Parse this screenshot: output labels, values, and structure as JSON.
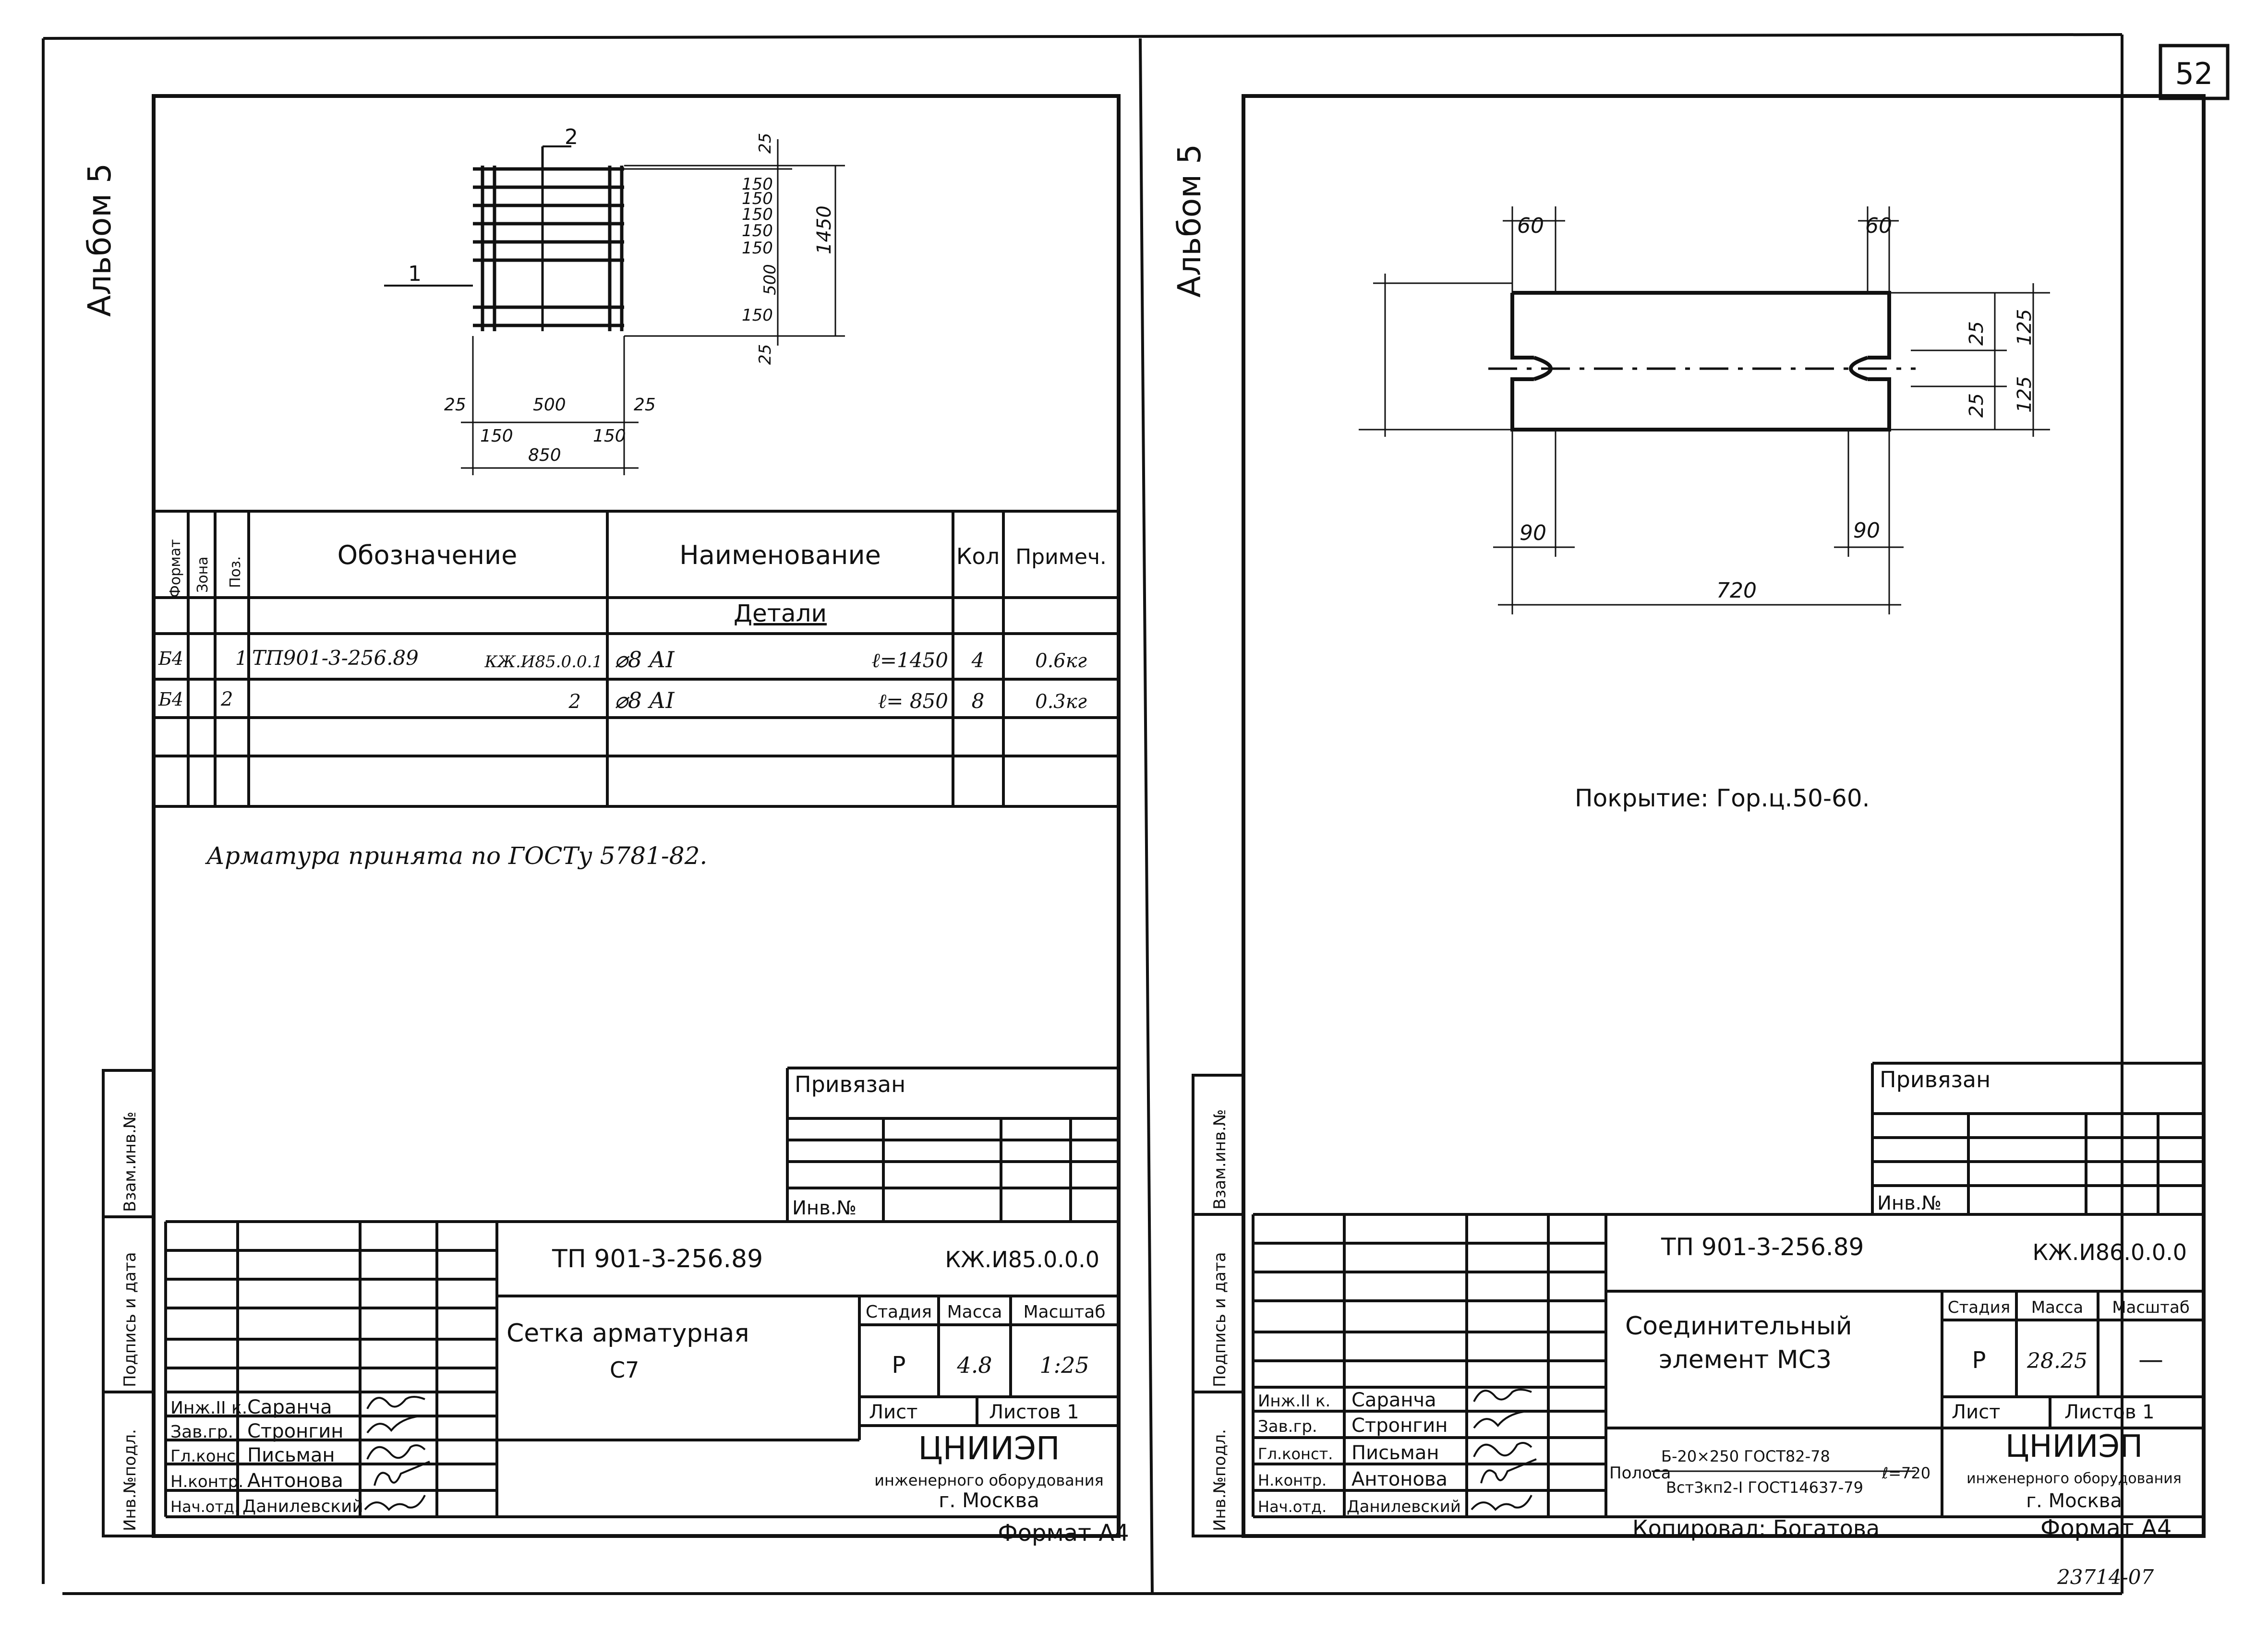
{
  "sheet_number": "52",
  "archive_number": "23714-07",
  "left": {
    "album": "Альбом 5",
    "dims": {
      "pos2": "2",
      "pos1": "1",
      "v_top": "25",
      "v_s1": "150",
      "v_s2": "150",
      "v_s3": "150",
      "v_s4": "150",
      "v_s5": "150",
      "v_mid": "500",
      "v_s6": "150",
      "v_bot": "25",
      "v_total": "1450",
      "h_25a": "25",
      "h_500": "500",
      "h_25b": "25",
      "h_150a": "150",
      "h_150b": "150",
      "h_total": "850"
    },
    "spec": {
      "headers": {
        "format": "Формат",
        "zone": "Зона",
        "pos": "Поз.",
        "designation": "Обозначение",
        "name": "Наименование",
        "qty": "Кол",
        "note": "Примеч."
      },
      "section": "Детали",
      "rows": [
        {
          "format": "Б4",
          "pos": "1",
          "doc": "ТП901-3-256.89",
          "code": "КЖ.И85.0.0.1",
          "name": "⌀8 АI",
          "length": "ℓ=1450",
          "qty": "4",
          "note": "0.6кг"
        },
        {
          "format": "Б4",
          "pos": "2",
          "doc": "",
          "code": "2",
          "name": "⌀8 АI",
          "length": "ℓ= 850",
          "qty": "8",
          "note": "0.3кг"
        }
      ]
    },
    "note": "Арматура принята по ГОСТу 5781-82.",
    "side_stamp": [
      "Инв.№подл.",
      "Подпись и дата",
      "Взам.инв.№"
    ],
    "privyazan": "Привязан",
    "inv_no": "Инв.№",
    "title_block": {
      "project": "ТП 901-3-256.89",
      "code": "КЖ.И85.0.0.0",
      "title_line1": "Сетка арматурная",
      "title_line2": "С7",
      "stage_label": "Стадия",
      "mass_label": "Масса",
      "scale_label": "Масштаб",
      "stage": "Р",
      "mass": "4.8",
      "scale": "1:25",
      "sheet_label": "Лист",
      "sheets_label": "Листов 1",
      "org1": "ЦНИИЭП",
      "org2": "инженерного оборудования",
      "org3": "г. Москва",
      "roles": [
        {
          "role": "Инж.II к.",
          "name": "Саранча"
        },
        {
          "role": "Зав.гр.",
          "name": "Стронгин"
        },
        {
          "role": "Гл.конс.",
          "name": "Письман"
        },
        {
          "role": "Н.контр.",
          "name": "Антонова"
        },
        {
          "role": "Нач.отд.",
          "name": "Данилевский"
        }
      ]
    },
    "format": "Формат А4"
  },
  "right": {
    "album": "Альбом 5",
    "dims": {
      "d60a": "60",
      "d60b": "60",
      "d25a": "25",
      "d125a": "125",
      "d25b": "25",
      "d125b": "125",
      "d90a": "90",
      "d90b": "90",
      "d720": "720"
    },
    "coating": "Покрытие: Гор.ц.50-60.",
    "side_stamp": [
      "Инв.№подл.",
      "Подпись и дата",
      "Взам.инв.№"
    ],
    "privyazan": "Привязан",
    "inv_no": "Инв.№",
    "title_block": {
      "project": "ТП 901-3-256.89",
      "code": "КЖ.И86.0.0.0",
      "title_line1": "Соединительный",
      "title_line2": "элемент МС3",
      "stage_label": "Стадия",
      "mass_label": "Масса",
      "scale_label": "Масштаб",
      "stage": "Р",
      "mass": "28.25",
      "scale": "—",
      "sheet_label": "Лист",
      "sheets_label": "Листов 1",
      "material_prefix": "Полоса",
      "material_top": "Б-20×250 ГОСТ82-78",
      "material_bottom": "Вст3кп2-I ГОСТ14637-79",
      "material_len": "ℓ=720",
      "org1": "ЦНИИЭП",
      "org2": "инженерного оборудования",
      "org3": "г. Москва",
      "roles": [
        {
          "role": "Инж.II к.",
          "name": "Саранча"
        },
        {
          "role": "Зав.гр.",
          "name": "Стронгин"
        },
        {
          "role": "Гл.конст.",
          "name": "Письман"
        },
        {
          "role": "Н.контр.",
          "name": "Антонова"
        },
        {
          "role": "Нач.отд.",
          "name": "Данилевский"
        }
      ]
    },
    "copied": "Копировал: Богатова",
    "format": "Формат А4"
  }
}
